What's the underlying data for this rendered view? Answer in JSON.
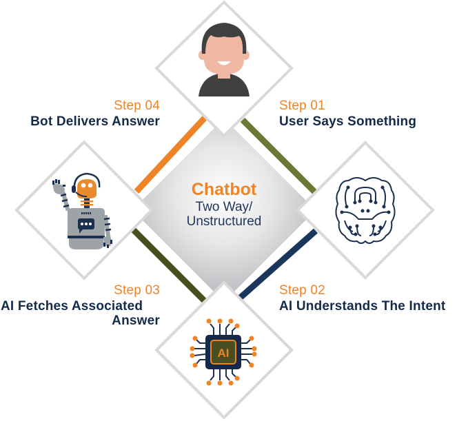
{
  "center": {
    "title": "Chatbot",
    "subtitle_line1": "Two Way/",
    "subtitle_line2": "Unstructured"
  },
  "steps": [
    {
      "number": "Step 01",
      "title": "User Says Something",
      "icon": "user-avatar-icon",
      "arrow_color": "#6a7a34"
    },
    {
      "number": "Step 02",
      "title": "AI Understands The Intent",
      "icon": "brain-circuit-icon",
      "arrow_color": "#1b365d"
    },
    {
      "number": "Step 03",
      "title_line1": "AI Fetches Associated",
      "title_line2": "Answer",
      "icon": "ai-chip-icon",
      "arrow_color": "#46501c"
    },
    {
      "number": "Step 04",
      "title": "Bot Delivers Answer",
      "icon": "robot-icon",
      "arrow_color": "#ef8427"
    }
  ],
  "colors": {
    "accent_orange": "#ef8427",
    "navy": "#132a4a",
    "diamond_border": "#d9d9d9",
    "center_gradient_light": "#ffffff",
    "center_gradient_dark": "#b9babd",
    "chip_text": "AI"
  }
}
